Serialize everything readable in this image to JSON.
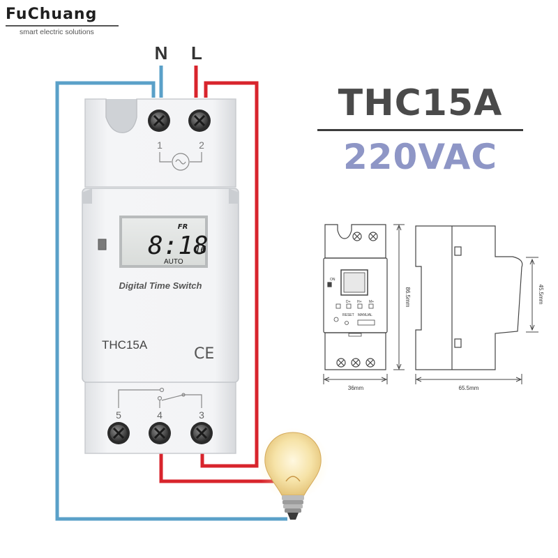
{
  "brand": {
    "name": "FuChuang",
    "tagline": "smart electric solutions"
  },
  "wiring": {
    "neutral_label": "N",
    "live_label": "L",
    "neutral_color": "#5aa0c8",
    "live_color": "#d8242c"
  },
  "device": {
    "top_terminal_1": "1",
    "top_terminal_2": "2",
    "lcd_day": "FR",
    "lcd_time": "8:18",
    "lcd_seconds": "16",
    "lcd_mode": "AUTO",
    "name_label": "Digital Time Switch",
    "model_label": "THC15A",
    "ce_mark": "CE",
    "bottom_terminal_5": "5",
    "bottom_terminal_4": "4",
    "bottom_terminal_3": "3"
  },
  "spec": {
    "model": "THC15A",
    "voltage": "220VAC",
    "voltage_color": "#8e96c6"
  },
  "dimensions": {
    "front_width": "36mm",
    "front_height": "86.5mm",
    "side_depth": "65.5mm",
    "side_height": "45.5mm",
    "front_panel_labels": {
      "on": "ON",
      "d_plus": "D+",
      "h_plus": "H+",
      "m_plus": "M+",
      "reset": "RESET",
      "manual": "MANUAL"
    }
  },
  "load": {
    "icon": "light-bulb-icon",
    "glow_color": "#f6e3a8"
  }
}
